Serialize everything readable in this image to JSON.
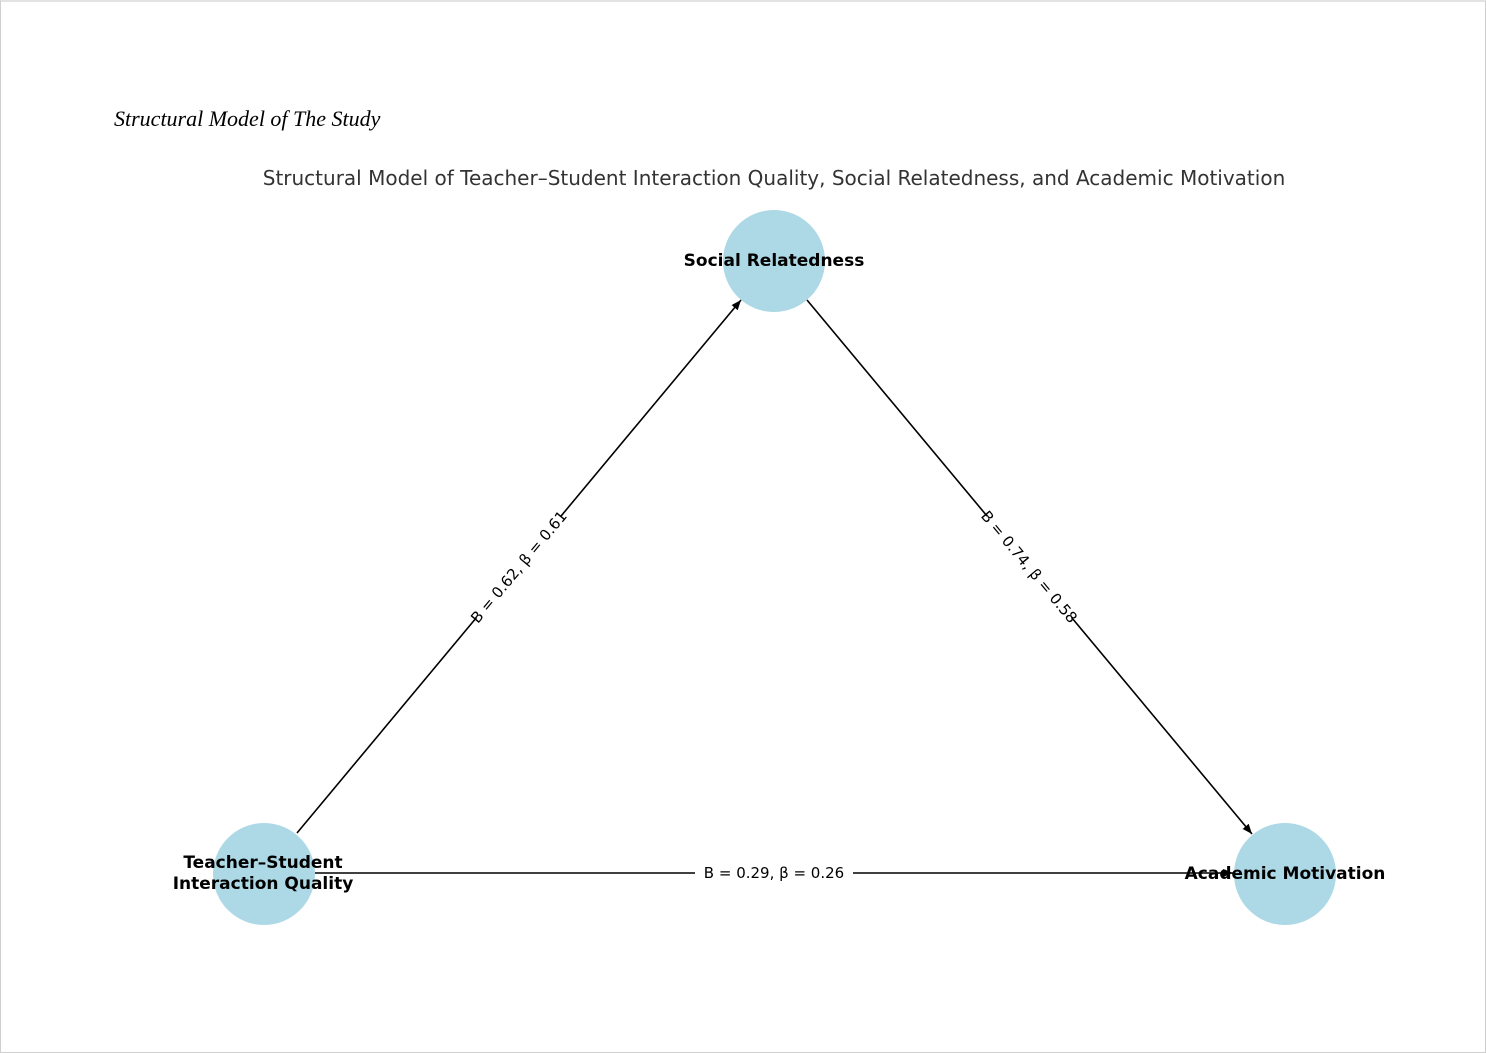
{
  "document": {
    "caption": "Structural Model of The Study"
  },
  "diagram": {
    "title": "Structural Model of Teacher–Student Interaction Quality, Social Relatedness, and Academic Motivation",
    "node_color": "#add8e6",
    "nodes": {
      "social_relatedness": {
        "label": "Social Relatedness"
      },
      "interaction_quality": {
        "label_line1": "Teacher–Student",
        "label_line2": "Interaction Quality"
      },
      "academic_motivation": {
        "label": "Academic Motivation"
      }
    },
    "edges": {
      "quality_to_relatedness": {
        "from": "Teacher–Student Interaction Quality",
        "to": "Social Relatedness",
        "label": "B = 0.62, β = 0.61"
      },
      "relatedness_to_motivation": {
        "from": "Social Relatedness",
        "to": "Academic Motivation",
        "label": "B = 0.74, β = 0.58"
      },
      "quality_to_motivation": {
        "from": "Teacher–Student Interaction Quality",
        "to": "Academic Motivation",
        "label": "B = 0.29, β = 0.26"
      }
    }
  }
}
